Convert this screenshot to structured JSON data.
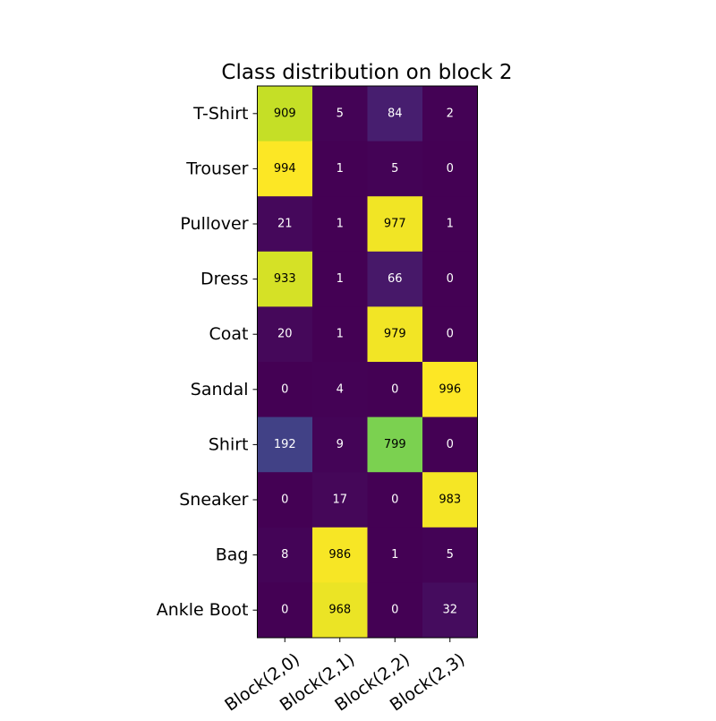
{
  "chart_data": {
    "type": "heatmap",
    "title": "Class distribution on block 2",
    "xlabel": "",
    "ylabel": "",
    "colormap": "viridis",
    "value_range": [
      0,
      996
    ],
    "x_categories": [
      "Block(2,0)",
      "Block(2,1)",
      "Block(2,2)",
      "Block(2,3)"
    ],
    "y_categories": [
      "T-Shirt",
      "Trouser",
      "Pullover",
      "Dress",
      "Coat",
      "Sandal",
      "Shirt",
      "Sneaker",
      "Bag",
      "Ankle Boot"
    ],
    "values": [
      [
        909,
        5,
        84,
        2
      ],
      [
        994,
        1,
        5,
        0
      ],
      [
        21,
        1,
        977,
        1
      ],
      [
        933,
        1,
        66,
        0
      ],
      [
        20,
        1,
        979,
        0
      ],
      [
        0,
        4,
        0,
        996
      ],
      [
        192,
        9,
        799,
        0
      ],
      [
        0,
        17,
        0,
        983
      ],
      [
        8,
        986,
        1,
        5
      ],
      [
        0,
        968,
        0,
        32
      ]
    ],
    "cell_text_colors": {
      "light_bg": "#000000",
      "dark_bg": "#ffffff"
    },
    "grid": false,
    "legend": "none"
  }
}
